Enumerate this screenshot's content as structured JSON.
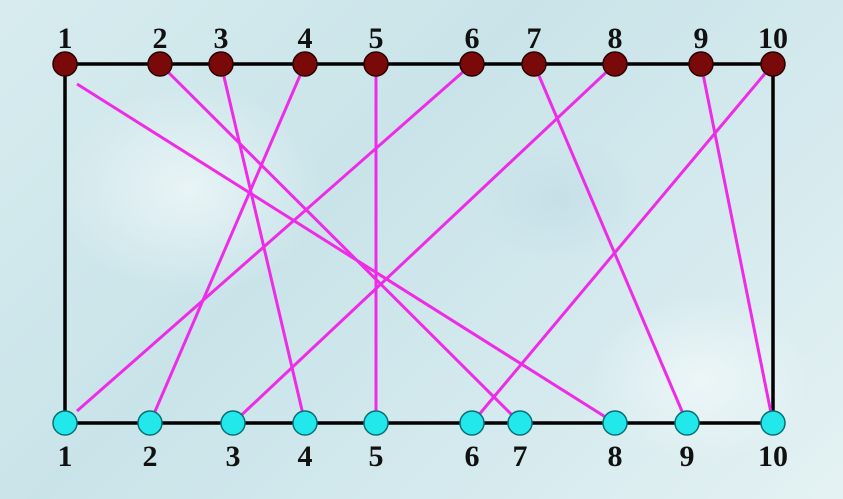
{
  "diagram": {
    "top_nodes": [
      {
        "label": "1"
      },
      {
        "label": "2"
      },
      {
        "label": "3"
      },
      {
        "label": "4"
      },
      {
        "label": "5"
      },
      {
        "label": "6"
      },
      {
        "label": "7"
      },
      {
        "label": "8"
      },
      {
        "label": "9"
      },
      {
        "label": "10"
      }
    ],
    "bottom_nodes": [
      {
        "label": "1"
      },
      {
        "label": "2"
      },
      {
        "label": "3"
      },
      {
        "label": "4"
      },
      {
        "label": "5"
      },
      {
        "label": "6"
      },
      {
        "label": "7"
      },
      {
        "label": "8"
      },
      {
        "label": "9"
      },
      {
        "label": "10"
      }
    ],
    "matching": [
      {
        "top": "1",
        "bottom": "8"
      },
      {
        "top": "2",
        "bottom": "7"
      },
      {
        "top": "3",
        "bottom": "4"
      },
      {
        "top": "4",
        "bottom": "2"
      },
      {
        "top": "5",
        "bottom": "5"
      },
      {
        "top": "6",
        "bottom": "1"
      },
      {
        "top": "7",
        "bottom": "9"
      },
      {
        "top": "8",
        "bottom": "3"
      },
      {
        "top": "9",
        "bottom": "10"
      },
      {
        "top": "10",
        "bottom": "6"
      }
    ],
    "colors": {
      "top_node_fill": "#7a0a0a",
      "bottom_node_fill": "#22e8ec",
      "edge": "#ee2ce8",
      "frame": "#000000"
    }
  }
}
